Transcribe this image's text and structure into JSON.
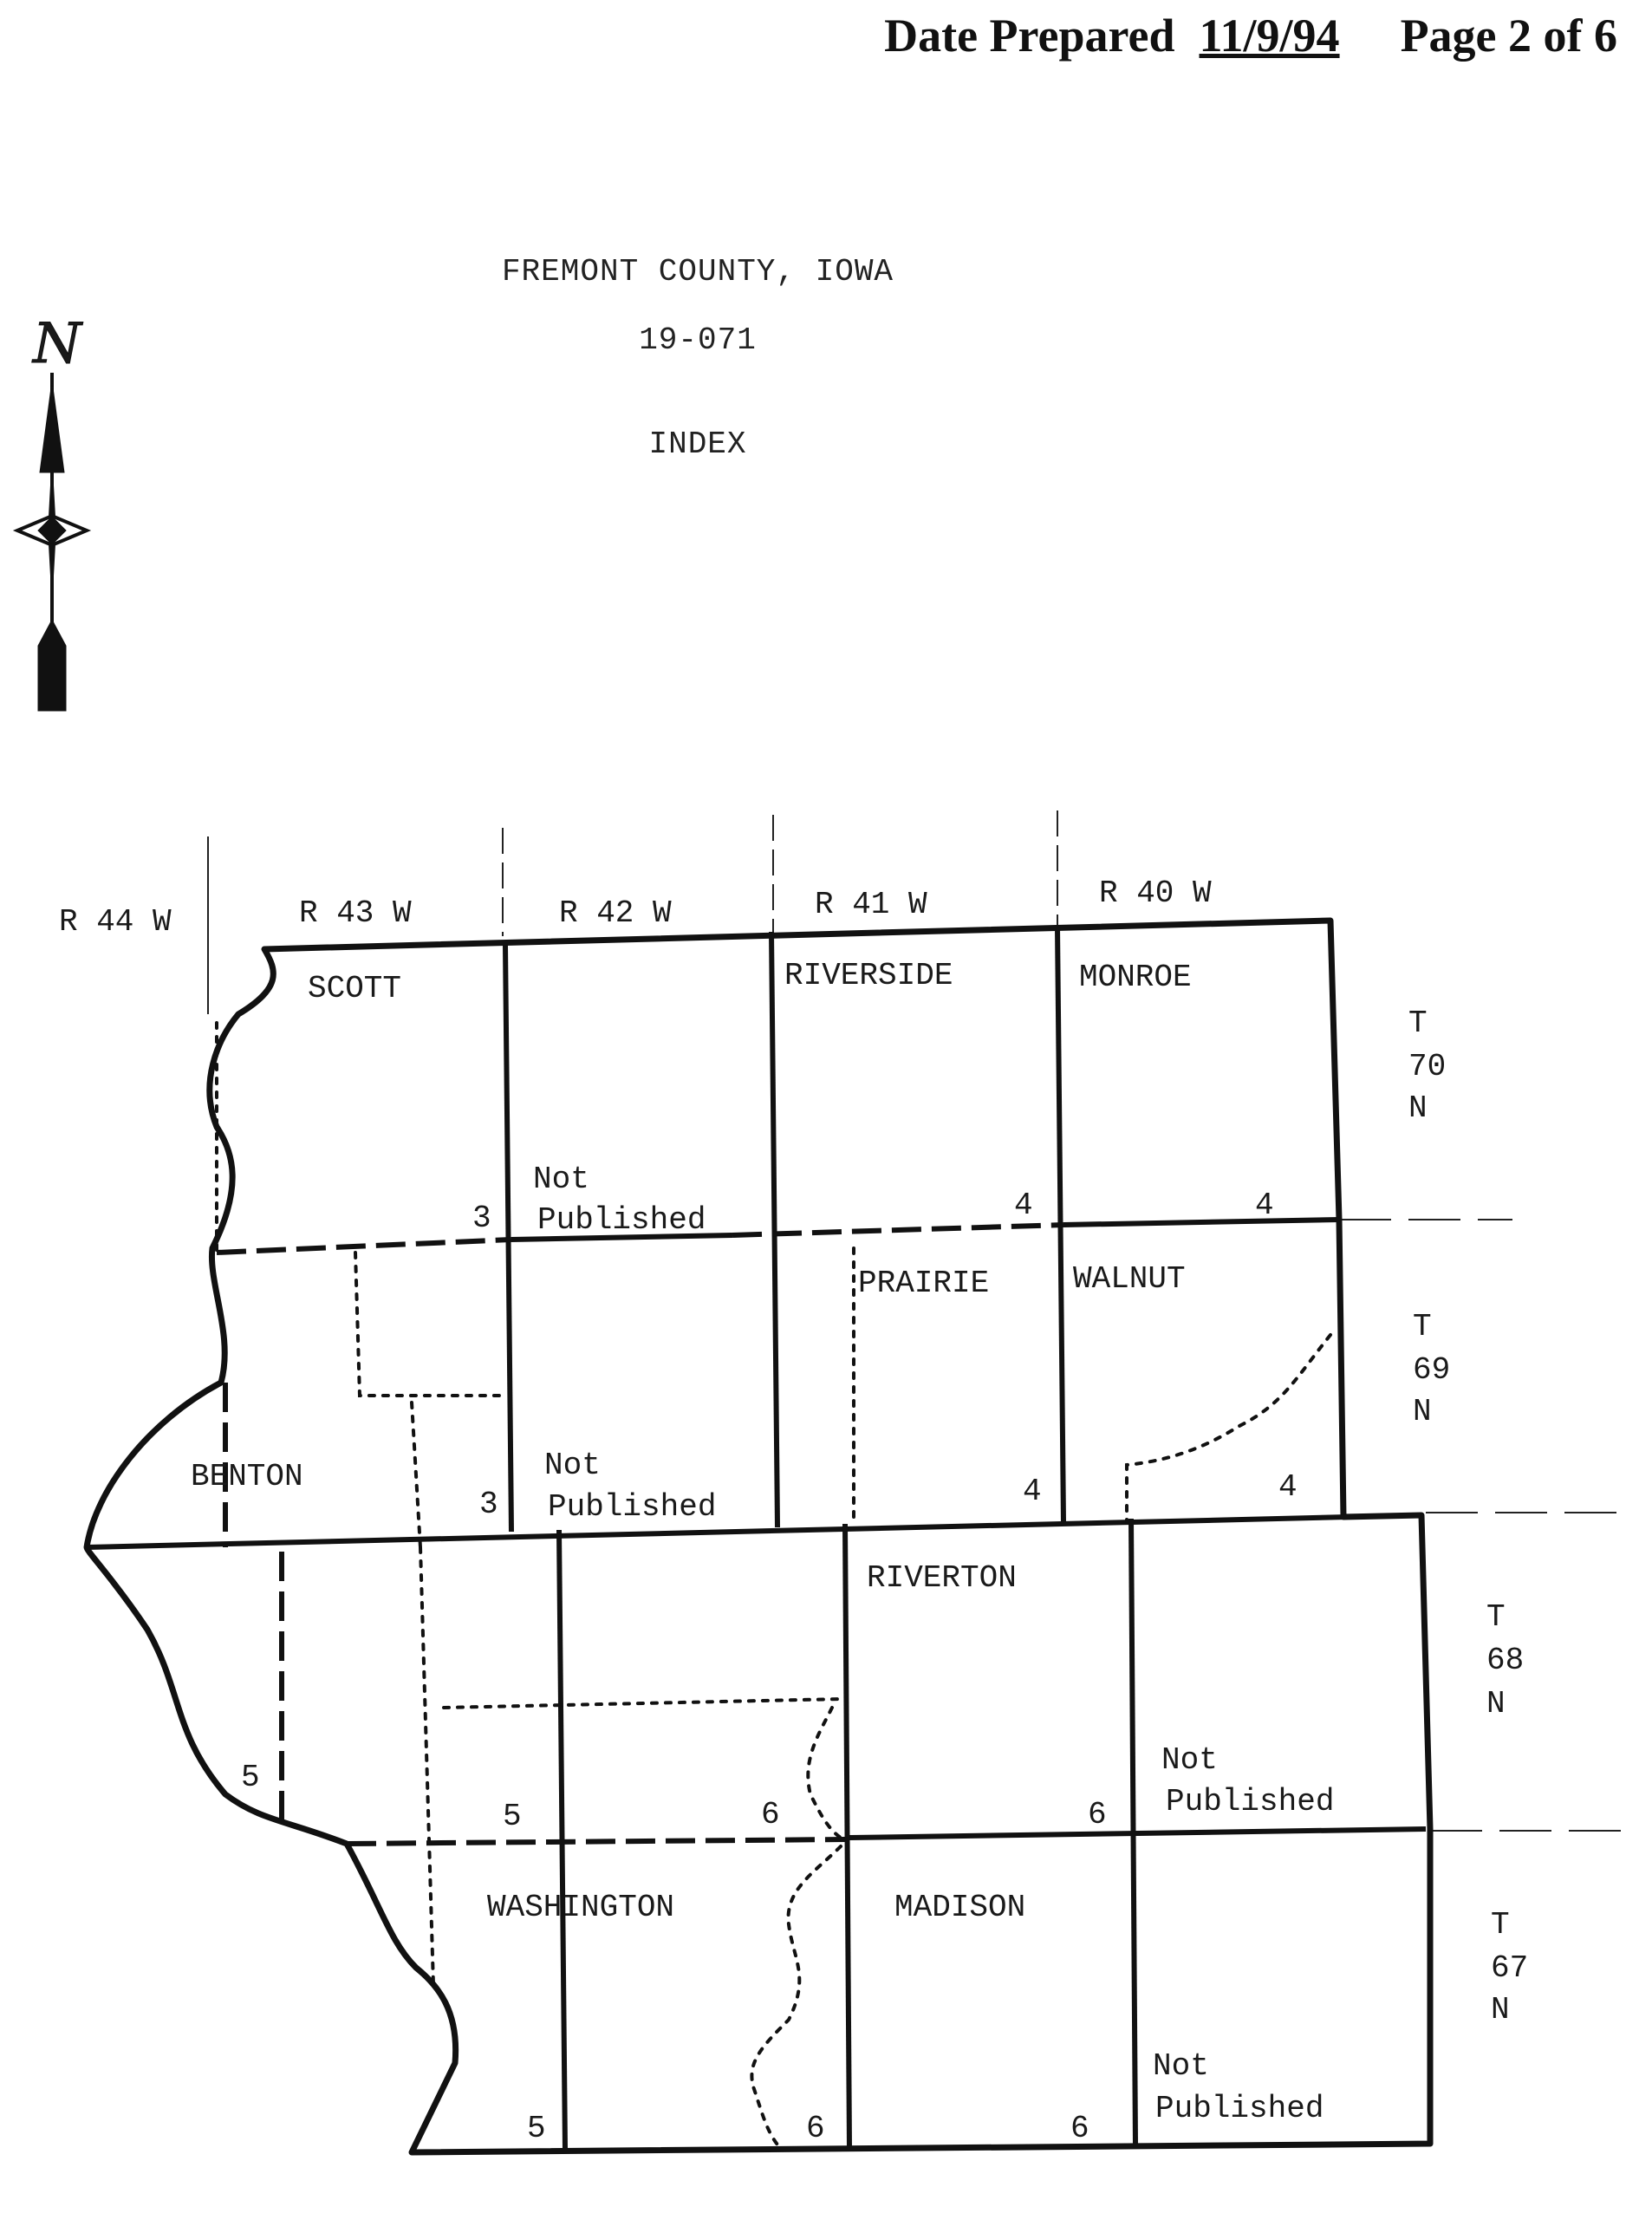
{
  "header": {
    "date_label": "Date Prepared",
    "date_value": "11/9/94",
    "page_label": "Page 2 of 6"
  },
  "title": {
    "county": "FREMONT COUNTY, IOWA",
    "code": "19-071",
    "subtitle": "INDEX"
  },
  "compass": {
    "north_label": "N",
    "icon": "north-arrow-compass-rose"
  },
  "ranges": {
    "r44": "R 44 W",
    "r43": "R 43 W",
    "r42": "R 42 W",
    "r41": "R 41 W",
    "r40": "R 40 W"
  },
  "townships": {
    "t70": {
      "t": "T",
      "num": "70",
      "n": "N"
    },
    "t69": {
      "t": "T",
      "num": "69",
      "n": "N"
    },
    "t68": {
      "t": "T",
      "num": "68",
      "n": "N"
    },
    "t67": {
      "t": "T",
      "num": "67",
      "n": "N"
    }
  },
  "names": {
    "scott": "SCOTT",
    "riverside": "RIVERSIDE",
    "monroe": "MONROE",
    "prairie": "PRAIRIE",
    "walnut": "WALNUT",
    "benton": "BENTON",
    "riverton": "RIVERTON",
    "washington": "WASHINGTON",
    "madison": "MADISON"
  },
  "not_published": {
    "line1": "Not",
    "line2": "Published"
  },
  "sheet_numbers": {
    "scott": "3",
    "r41_t70": "4",
    "monroe": "4",
    "benton": "3",
    "prairie": "4",
    "walnut": "4",
    "benton_lower": "5",
    "r43_t68": "5",
    "r42_t68": "6",
    "riverton": "6",
    "washington": "5",
    "r42_t67": "6",
    "madison": "6"
  }
}
